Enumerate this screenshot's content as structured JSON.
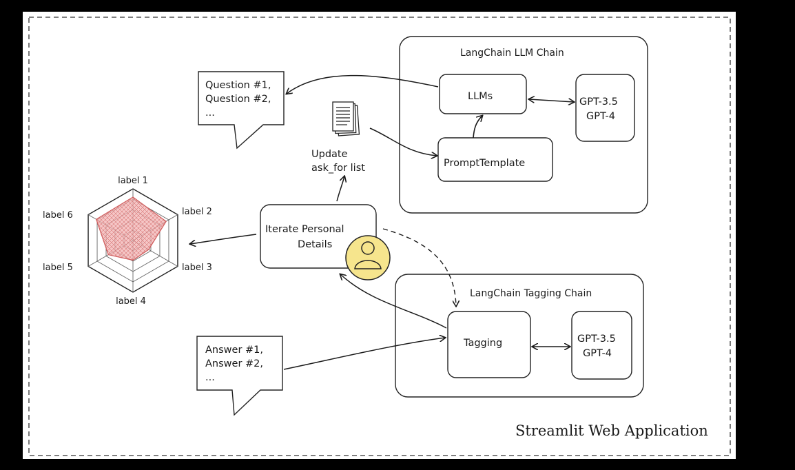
{
  "app_title": "Streamlit Web Application",
  "llm_chain": {
    "title": "LangChain LLM Chain",
    "llms_label": "LLMs",
    "prompt_template_label": "PromptTemplate",
    "models": [
      "GPT-3.5",
      "GPT-4"
    ]
  },
  "tagging_chain": {
    "title": "LangChain Tagging Chain",
    "tagging_label": "Tagging",
    "models": [
      "GPT-3.5",
      "GPT-4"
    ]
  },
  "questions_bubble": {
    "lines": [
      "Question #1,",
      "Question #2,",
      "..."
    ]
  },
  "answers_bubble": {
    "lines": [
      "Answer #1,",
      "Answer #2,",
      "..."
    ]
  },
  "update_note": {
    "lines": [
      "Update",
      "ask_for list"
    ]
  },
  "iterate_box": {
    "lines": [
      "Iterate Personal",
      "Details"
    ]
  },
  "radar": {
    "labels": [
      "label 1",
      "label 2",
      "label 3",
      "label 4",
      "label 5",
      "label 6"
    ]
  },
  "colors": {
    "radar_fill": "#f2b3b3",
    "radar_stroke": "#d06060",
    "user_icon_fill": "#f6e58d",
    "canvas": "#ffffff",
    "background": "#000000"
  }
}
